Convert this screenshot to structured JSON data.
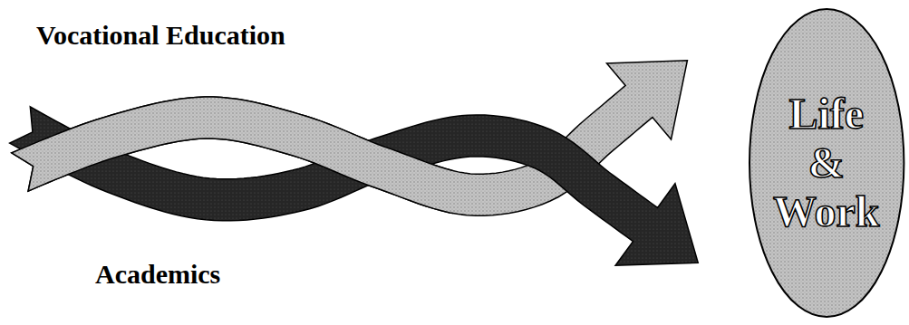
{
  "diagram": {
    "nodes": [
      {
        "text": [
          "Life & Work"
        ]
      }
    ],
    "labels": [
      "Vocational Education",
      "Academics"
    ]
  }
}
